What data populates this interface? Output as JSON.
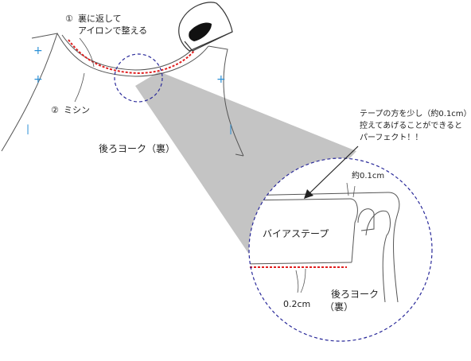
{
  "labels": {
    "step1_num": "①",
    "step1_line1": "裏に返して",
    "step1_line2": "アイロンで整える",
    "step2_num": "②",
    "step2_text": "ミシン",
    "back_yoke_top": "後ろヨーク（裏）",
    "note_line1": "テープの方を少し（約0.1cm）",
    "note_line2": "控えてあげることができると",
    "note_line3": "パーフェクト！！",
    "about_01": "約0.1cm",
    "bias_tape": "バイアステープ",
    "dim_02": "0.2cm",
    "back_yoke_zoom_1": "後ろヨーク",
    "back_yoke_zoom_2": "（裏）"
  },
  "marks": {
    "plus": "+",
    "minus": "|"
  },
  "colors": {
    "outline": "#555555",
    "stitch": "#e02020",
    "zoom_circle": "#2a2a9a",
    "marks": "#2a8fd6",
    "projection": "#c4c4c4",
    "iron_body": "#111111"
  }
}
